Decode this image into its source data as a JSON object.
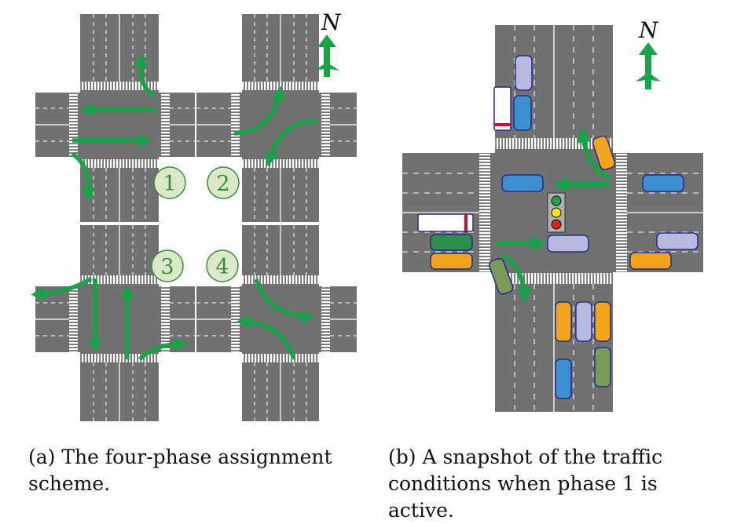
{
  "figure": {
    "panel_a": {
      "caption": "(a) The four-phase assignment scheme.",
      "phases": [
        {
          "label": "1"
        },
        {
          "label": "2"
        },
        {
          "label": "3"
        },
        {
          "label": "4"
        }
      ],
      "north_label": "N"
    },
    "panel_b": {
      "caption": "(b) A snapshot of the traffic conditions when phase 1 is active.",
      "north_label": "N",
      "traffic_light": [
        "green",
        "yellow",
        "red"
      ]
    }
  },
  "colors": {
    "road": "#717171",
    "arrow": "#17a34a",
    "phase_circle_fill": "#dbe9c8",
    "phase_circle_stroke": "#3c8a3c",
    "car_yellow": "#f2a51a",
    "car_blue": "#3e8ed0",
    "car_light": "#b7b9e0",
    "car_green": "#2e8f4a",
    "car_olive": "#7c9a58"
  }
}
